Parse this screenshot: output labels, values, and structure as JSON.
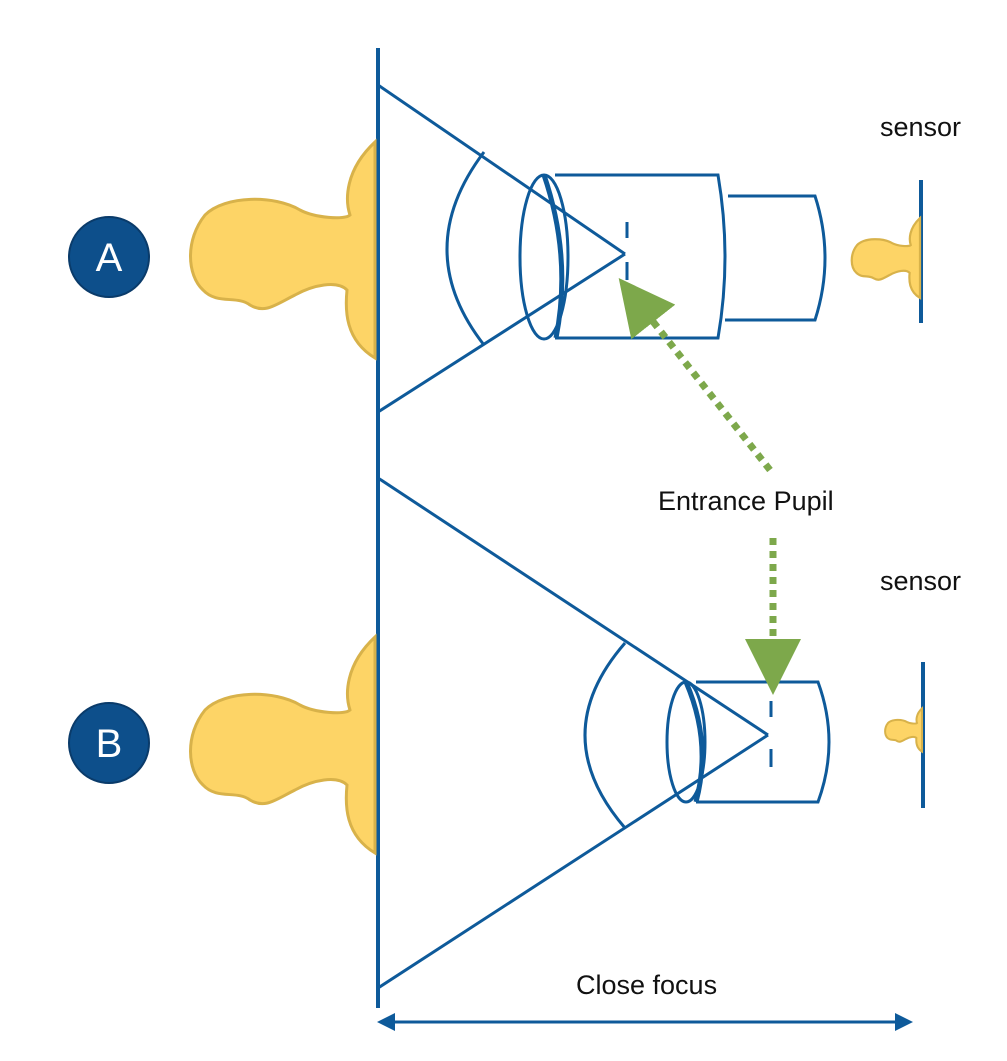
{
  "badges": {
    "a": "A",
    "b": "B"
  },
  "labels": {
    "sensor_top": "sensor",
    "sensor_bottom": "sensor",
    "entrance_pupil": "Entrance Pupil",
    "close_focus": "Close focus"
  },
  "colors": {
    "line_blue": "#0E5A9A",
    "badge_blue": "#0D4F8B",
    "head_fill": "#FDD466",
    "head_stroke": "#D8B24A",
    "arrow_green": "#7DA84B"
  }
}
